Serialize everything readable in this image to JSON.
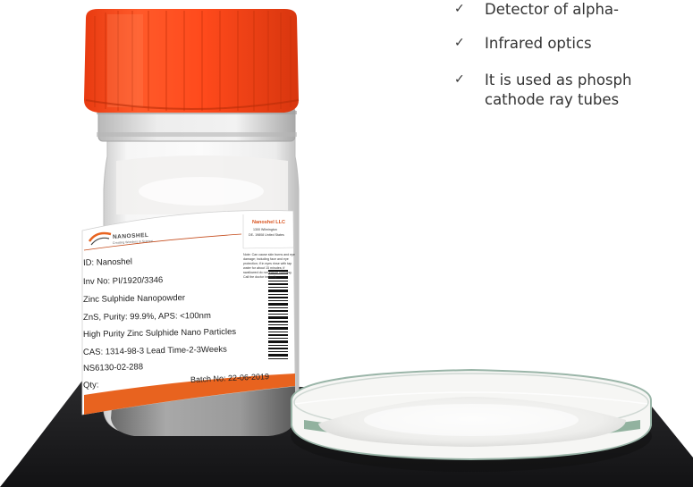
{
  "bullets": [
    {
      "check": "✓",
      "text": "Detector of alpha-"
    },
    {
      "check": "✓",
      "text": "Infrared optics"
    },
    {
      "check": "✓",
      "text": "It is used as phosph",
      "text2": "cathode ray tubes"
    }
  ],
  "label": {
    "brand": "NANOSHEL",
    "tagline": "Creating Wonders in Science",
    "company": "Nanoshel LLC",
    "address_line1": "1300 Wilmington",
    "address_line2": "DE- 19808 United States",
    "note": "Note: Can cause skin burns and eye damage; including face and eye protection; if in eyes rinse with tap water for about 15 minutes; if swallowed do not induce vomiting. Call the doctor instantly.",
    "id": "ID: Nanoshel",
    "inv": "Inv No: PI/1920/3346",
    "product": "Zinc Sulphide Nanopowder",
    "purity": "ZnS, Purity: 99.9%, APS: <100nm",
    "description": "High Purity Zinc Sulphide Nano Particles",
    "cas": "CAS: 1314-98-3 Lead Time-2-3Weeks",
    "code": "NS6130-02-288",
    "qty": "Qty:",
    "batch": "Batch No: 22-06-2019"
  },
  "colors": {
    "cap": "#ff4c1a",
    "label_stripe": "#e8631f",
    "mat": "#1b1b1d",
    "powder": "#f4f3f1"
  },
  "icons": {
    "check": "check-icon",
    "logo": "nanoshel-logo-icon",
    "barcode": "barcode-icon"
  }
}
